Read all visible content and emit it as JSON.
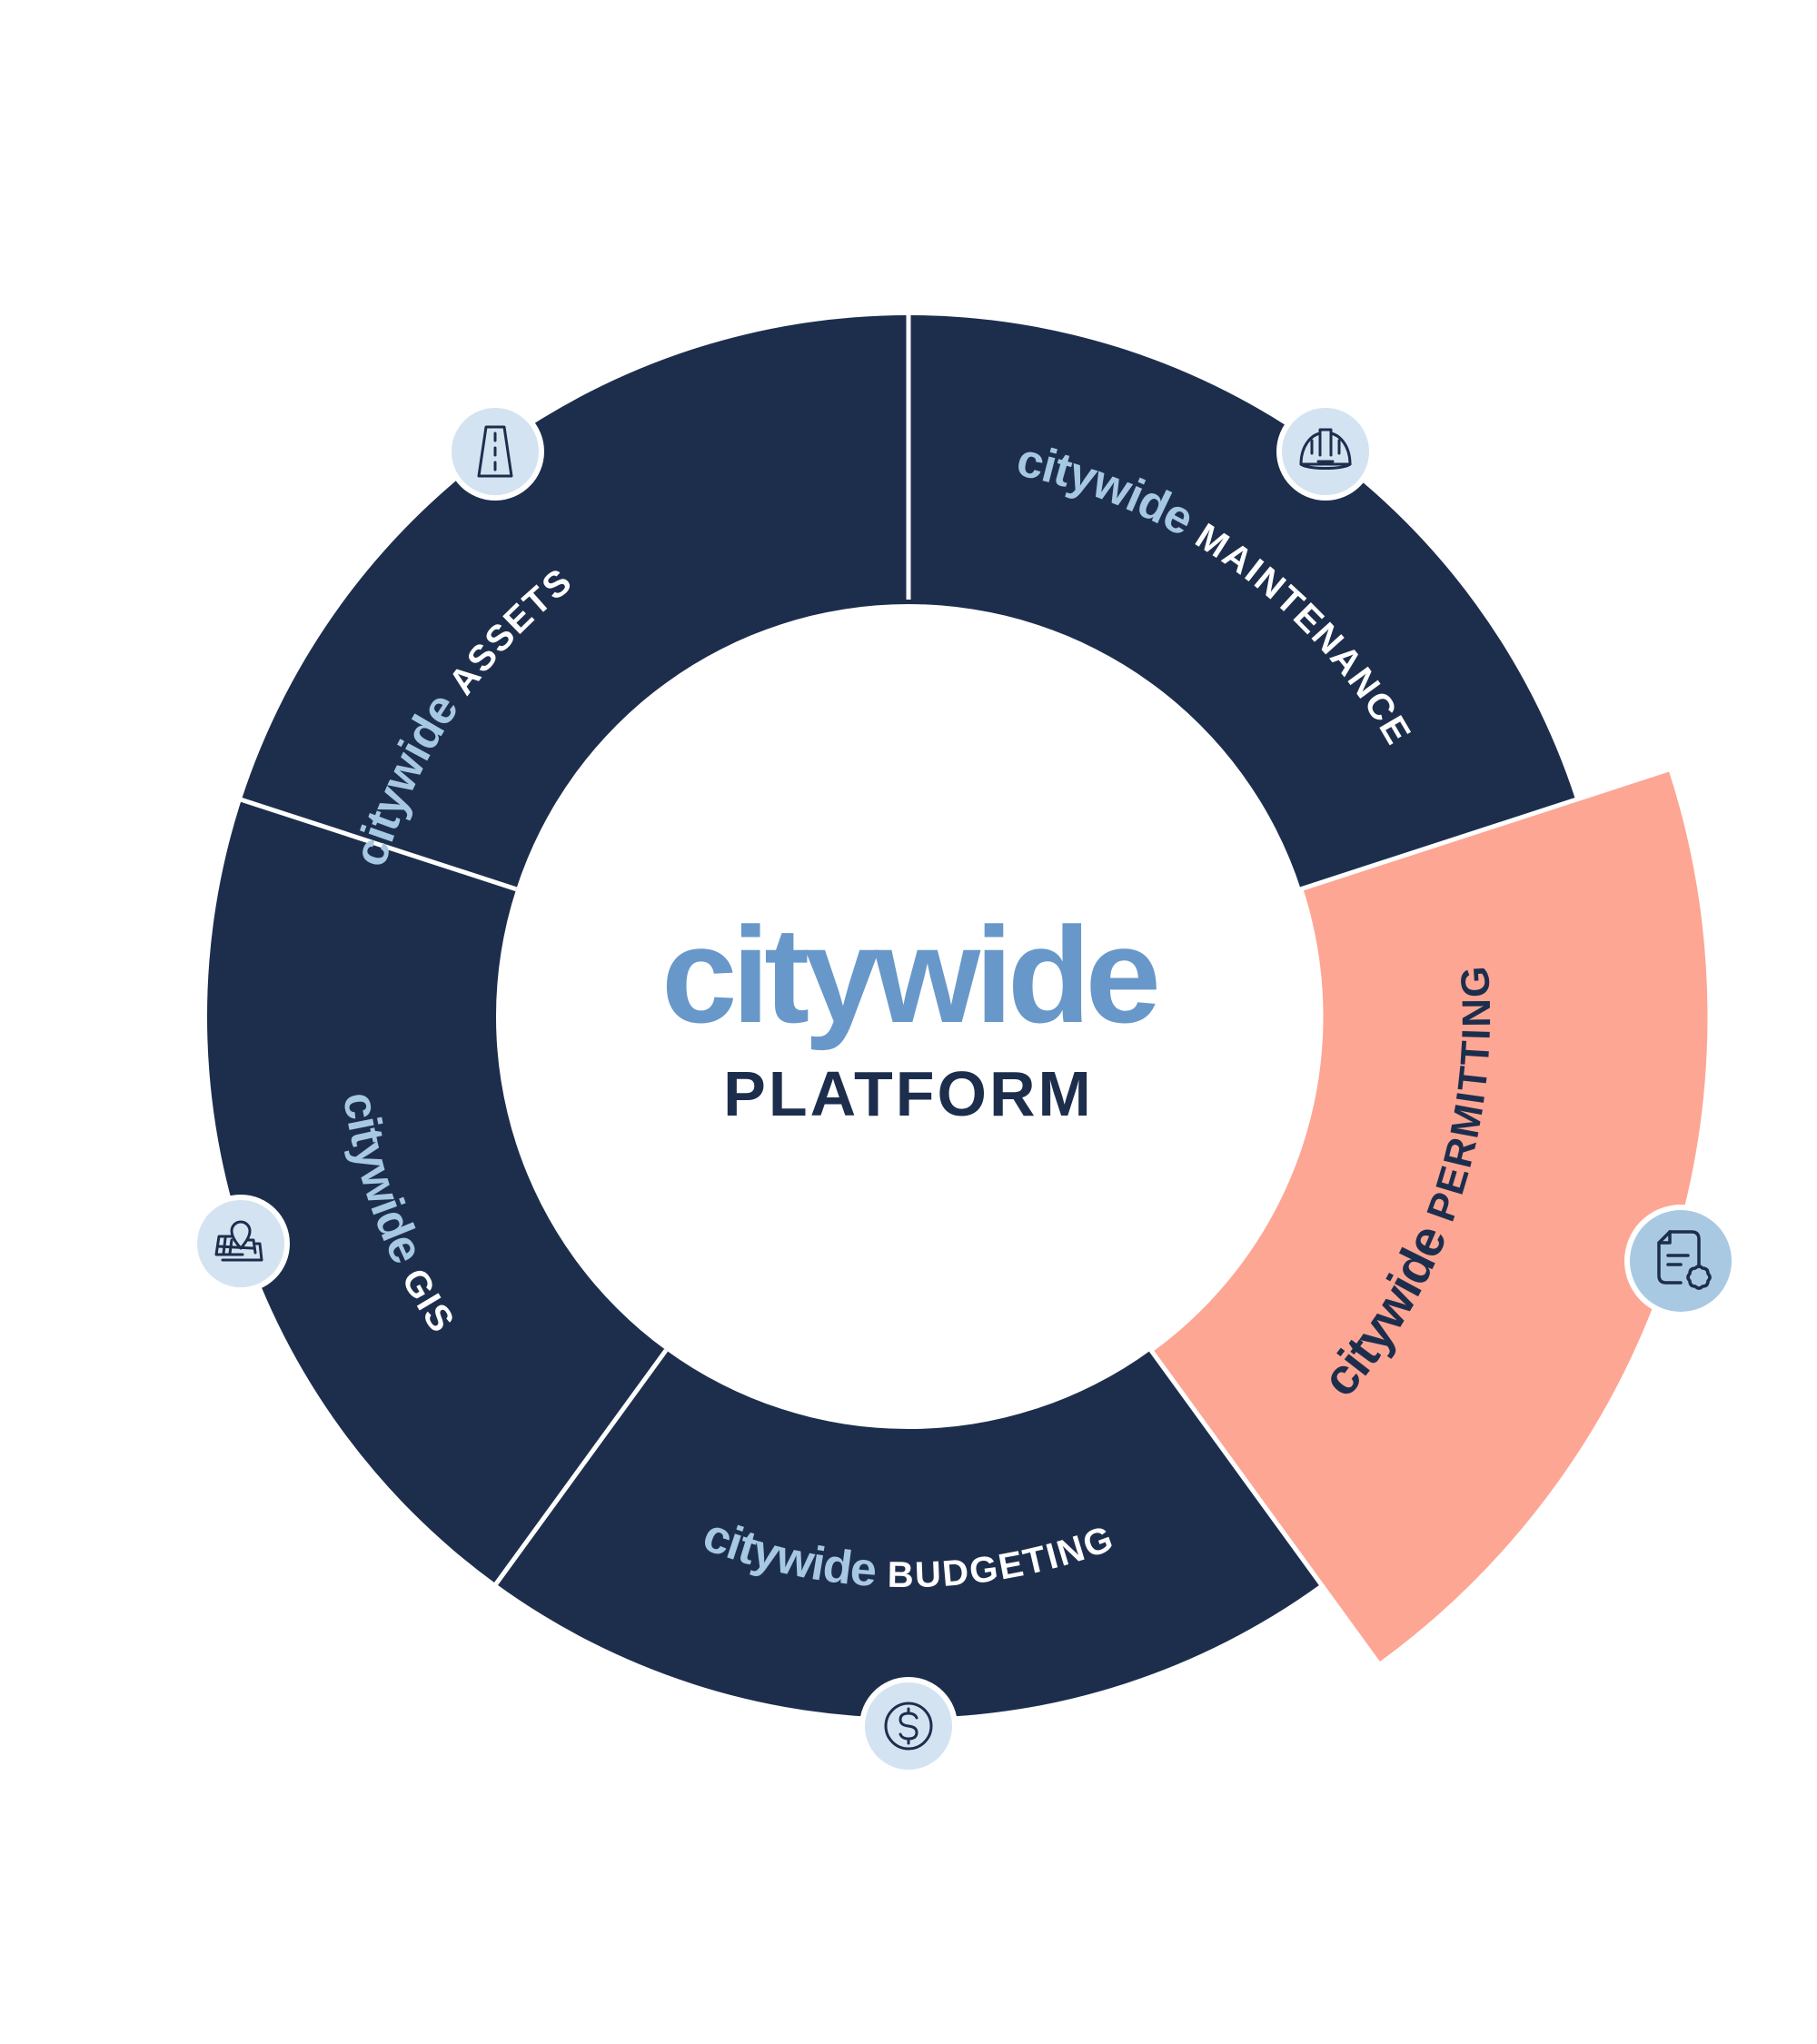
{
  "center": {
    "brand": "citywide",
    "subtitle": "PLATFORM"
  },
  "colors": {
    "navy": "#1d2e4d",
    "brand_blue": "#6898c9",
    "light_blue_text": "#a6c8e3",
    "salmon": "#fda693",
    "icon_bg": "#d3e3f1",
    "icon_bg_active": "#a9c9e3",
    "white": "#ffffff"
  },
  "segments": [
    {
      "id": "maintenance",
      "brand": "citywide",
      "label": "MAINTENANCE",
      "icon": "hard-hat-icon",
      "active": false
    },
    {
      "id": "permitting",
      "brand": "citywide",
      "label": "PERMITTING",
      "icon": "permit-document-icon",
      "active": true
    },
    {
      "id": "budgeting",
      "brand": "citywide",
      "label": "BUDGETING",
      "icon": "dollar-icon",
      "active": false
    },
    {
      "id": "gis",
      "brand": "citywide",
      "label": "GIS",
      "icon": "map-pin-icon",
      "active": false
    },
    {
      "id": "assets",
      "brand": "citywide",
      "label": "ASSETS",
      "icon": "road-icon",
      "active": false
    }
  ]
}
